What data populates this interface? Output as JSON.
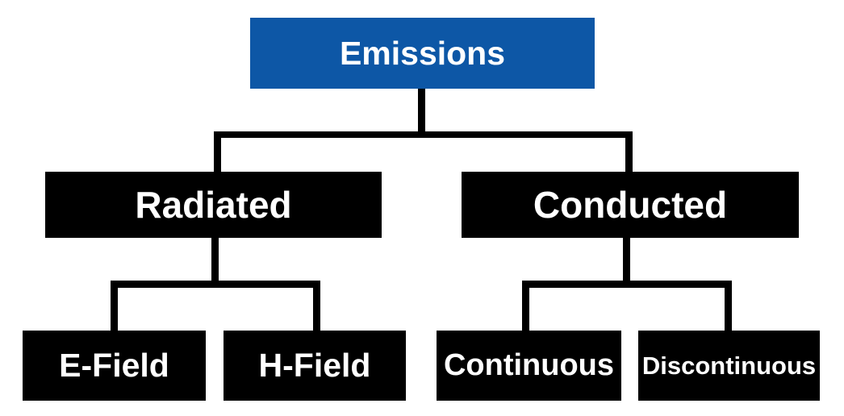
{
  "diagram": {
    "type": "tree",
    "nodes": {
      "root": {
        "label": "Emissions"
      },
      "radiated": {
        "label": "Radiated"
      },
      "conducted": {
        "label": "Conducted"
      },
      "efield": {
        "label": "E-Field"
      },
      "hfield": {
        "label": "H-Field"
      },
      "continuous": {
        "label": "Continuous"
      },
      "discontinuous": {
        "label": "Discontinuous"
      }
    },
    "hierarchy": {
      "Emissions": {
        "Radiated": [
          "E-Field",
          "H-Field"
        ],
        "Conducted": [
          "Continuous",
          "Discontinuous"
        ]
      }
    },
    "colors": {
      "root_box": "#0d57a6",
      "branch_box": "#000000",
      "text": "#ffffff",
      "connector": "#000000",
      "background": "#ffffff"
    }
  }
}
